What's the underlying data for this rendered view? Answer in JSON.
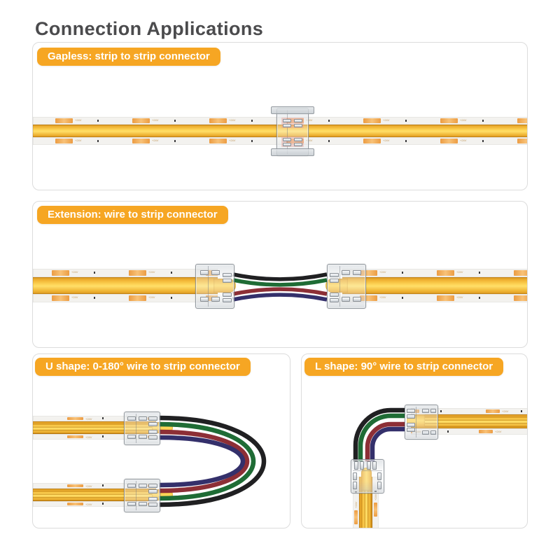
{
  "title": "Connection Applications",
  "strip": {
    "pad_marking": "+24V"
  },
  "colors": {
    "badge_bg": "#F6A623",
    "badge_text": "#FFFFFF",
    "strip_yellow": "#FFCB45",
    "pad_copper": "#EFA04E",
    "pcb_white": "#F3F2EF",
    "wire_black": "#202022",
    "wire_green": "#1F6C35",
    "wire_red": "#8D2F36",
    "wire_blue": "#34306B"
  },
  "panels": [
    {
      "id": "gapless",
      "badge": "Gapless: strip to strip connector"
    },
    {
      "id": "extension",
      "badge": "Extension: wire to strip connector"
    },
    {
      "id": "u_shape",
      "badge": "U shape: 0-180° wire to strip connector"
    },
    {
      "id": "l_shape",
      "badge": "L shape: 90° wire to strip connector"
    }
  ]
}
